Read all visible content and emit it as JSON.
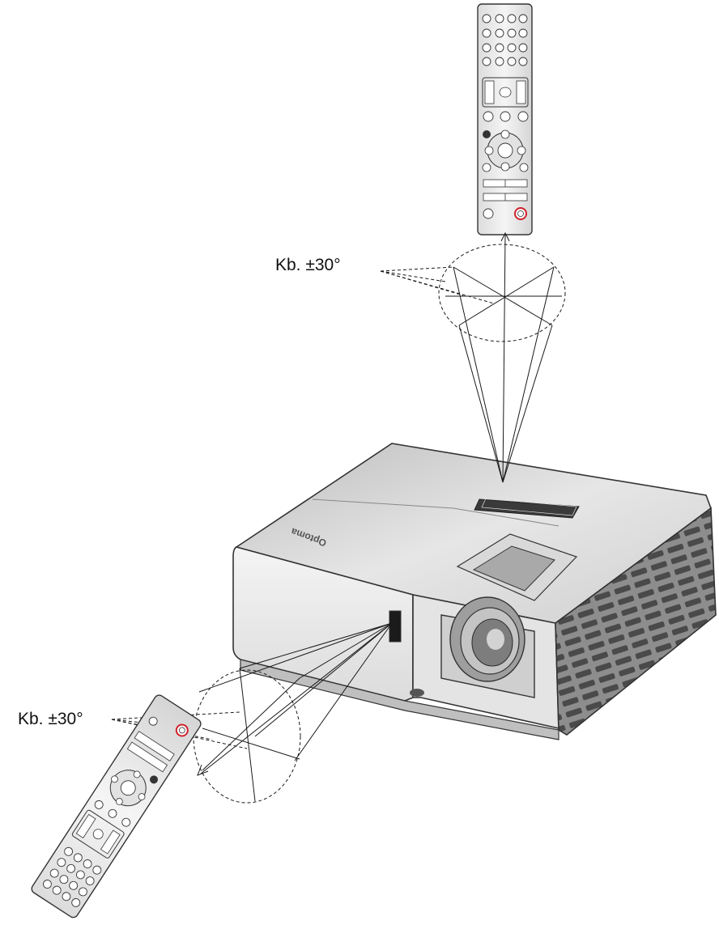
{
  "labels": {
    "top_angle": "Kb. ±30°",
    "bottom_angle": "Kb. ±30°"
  },
  "projector": {
    "brand": "Optoma"
  },
  "colors": {
    "line": "#1a1a1a",
    "body_light": "#e9e9e9",
    "body_mid": "#cfcfcf",
    "body_dark": "#8a8a8a",
    "remote_body": "#ececec",
    "power_ring": "#d0202a"
  },
  "icons": [
    "remote-control",
    "projector",
    "ir-receiver",
    "lens",
    "power-button"
  ]
}
